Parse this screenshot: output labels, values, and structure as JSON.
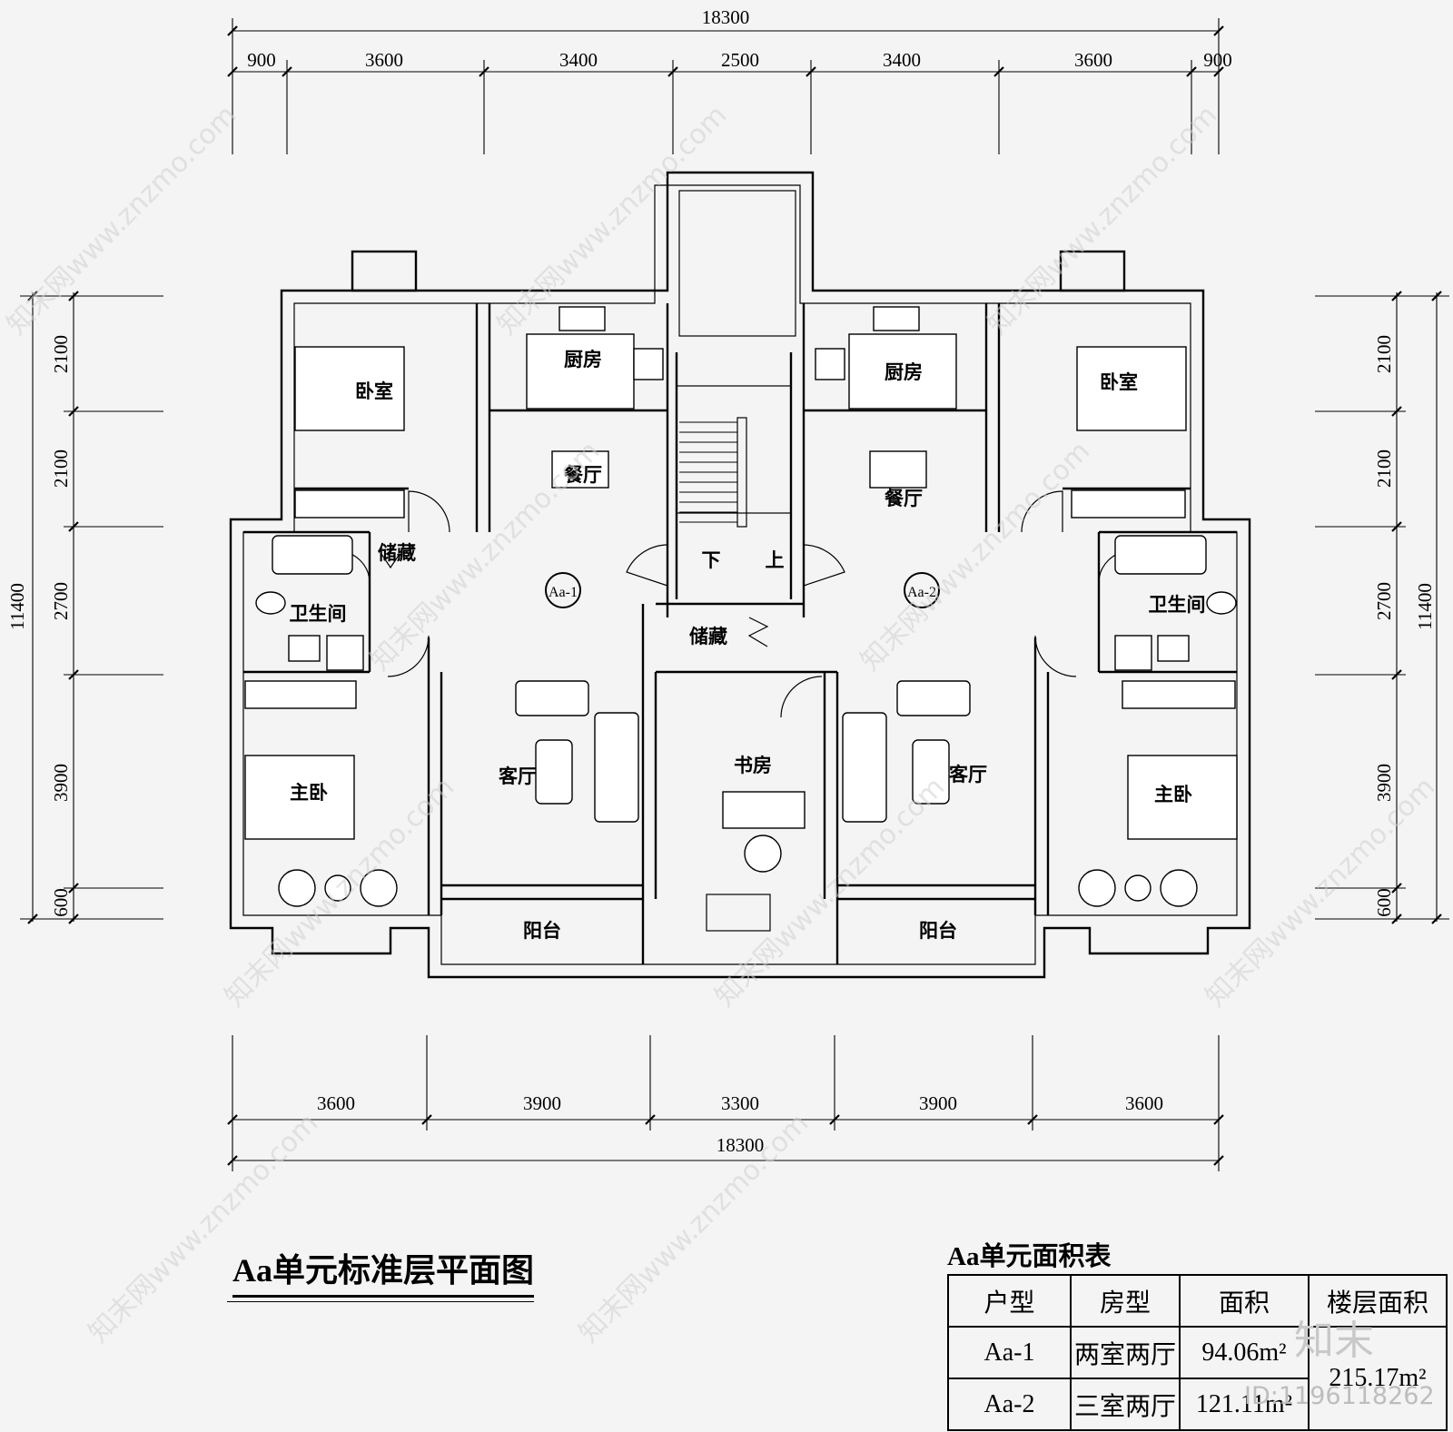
{
  "plan": {
    "title": "Aa单元标准层平面图",
    "top_total": "18300",
    "top_dims": [
      "900",
      "3600",
      "3400",
      "2500",
      "3400",
      "3600",
      "900"
    ],
    "bottom_dims": [
      "3600",
      "3900",
      "3300",
      "3900",
      "3600"
    ],
    "bottom_total": "18300",
    "side_total": "11400",
    "side_dims": [
      "2100",
      "2100",
      "2700",
      "3900",
      "600"
    ],
    "units": [
      "Aa-1",
      "Aa-2"
    ],
    "rooms": {
      "bedroom": "卧室",
      "kitchen": "厨房",
      "dining": "餐厅",
      "storage": "储藏",
      "bathroom": "卫生间",
      "master": "主卧",
      "living": "客厅",
      "study": "书房",
      "balcony": "阳台",
      "stair_down": "下",
      "stair_up": "上"
    }
  },
  "area_table": {
    "title": "Aa单元面积表",
    "headers": [
      "户型",
      "房型",
      "面积",
      "楼层面积"
    ],
    "rows": [
      {
        "type": "Aa-1",
        "layout": "两室两厅",
        "area": "94.06m²"
      },
      {
        "type": "Aa-2",
        "layout": "三室两厅",
        "area": "121.11m²"
      }
    ],
    "floor_area": "215.17m²"
  },
  "watermark": {
    "text": "知末网www.znzmo.com",
    "logo": "知末",
    "id": "ID:1196118262"
  }
}
